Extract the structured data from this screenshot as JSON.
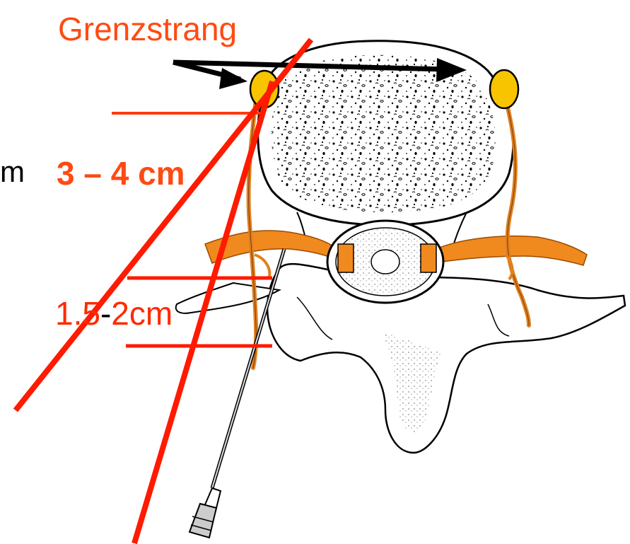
{
  "labels": {
    "grenzstrang": "Grenzstrang",
    "left_fragment": "m",
    "distance_3_4": "3 – 4 cm",
    "distance_15_2_a": "1.5",
    "distance_15_2_dash": "-",
    "distance_15_2_b": "2cm"
  },
  "colors": {
    "annotation_red": "#ff1a00",
    "label_orange": "#ff4a12",
    "ganglion_yellow": "#f8c400",
    "nerve_orange": "#f08a1e",
    "outline": "#000000"
  },
  "icons": {
    "pointer_arrow": "arrow-icon",
    "needle": "needle-icon"
  }
}
